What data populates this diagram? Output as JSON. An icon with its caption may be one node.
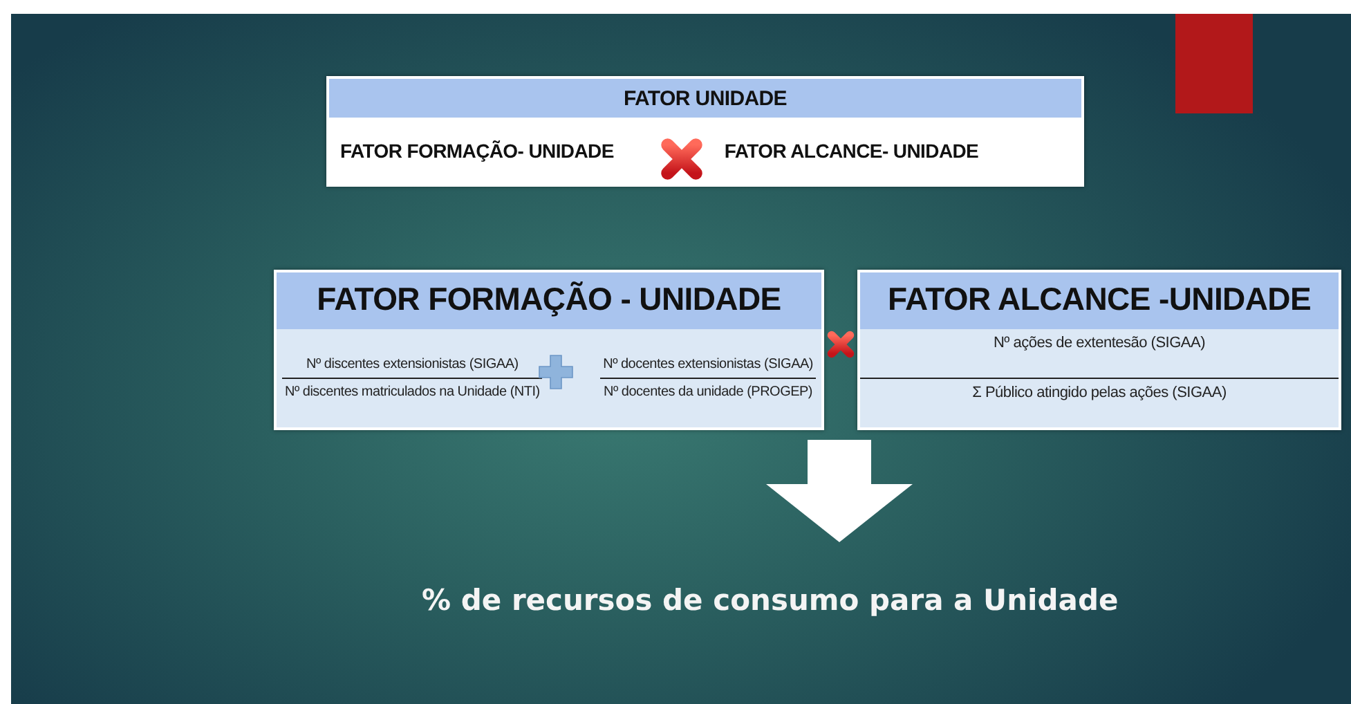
{
  "diagram": {
    "nodes": [
      {
        "text": [
          "FATOR UNIDADE",
          "FATOR FORMAÇÃO- UNIDADE",
          "FATOR ALCANCE- UNIDADE"
        ]
      },
      {
        "text": [
          "FATOR FORMAÇÃO - UNIDADE",
          "Nº discentes extensionistas (SIGAA)",
          "Nº discentes matriculados na Unidade (NTI)",
          "Nº docentes extensionistas (SIGAA)",
          "Nº docentes da unidade (PROGEP)"
        ]
      },
      {
        "text": [
          "FATOR ALCANCE -UNIDADE",
          "Nº ações de extentesão (SIGAA)",
          "Σ Público atingido pelas ações (SIGAA)"
        ]
      },
      {
        "text": [
          "% de recursos de consumo para a Unidade"
        ]
      }
    ],
    "edges": [
      {
        "from": null,
        "to": 3,
        "arrow": "to"
      }
    ]
  }
}
